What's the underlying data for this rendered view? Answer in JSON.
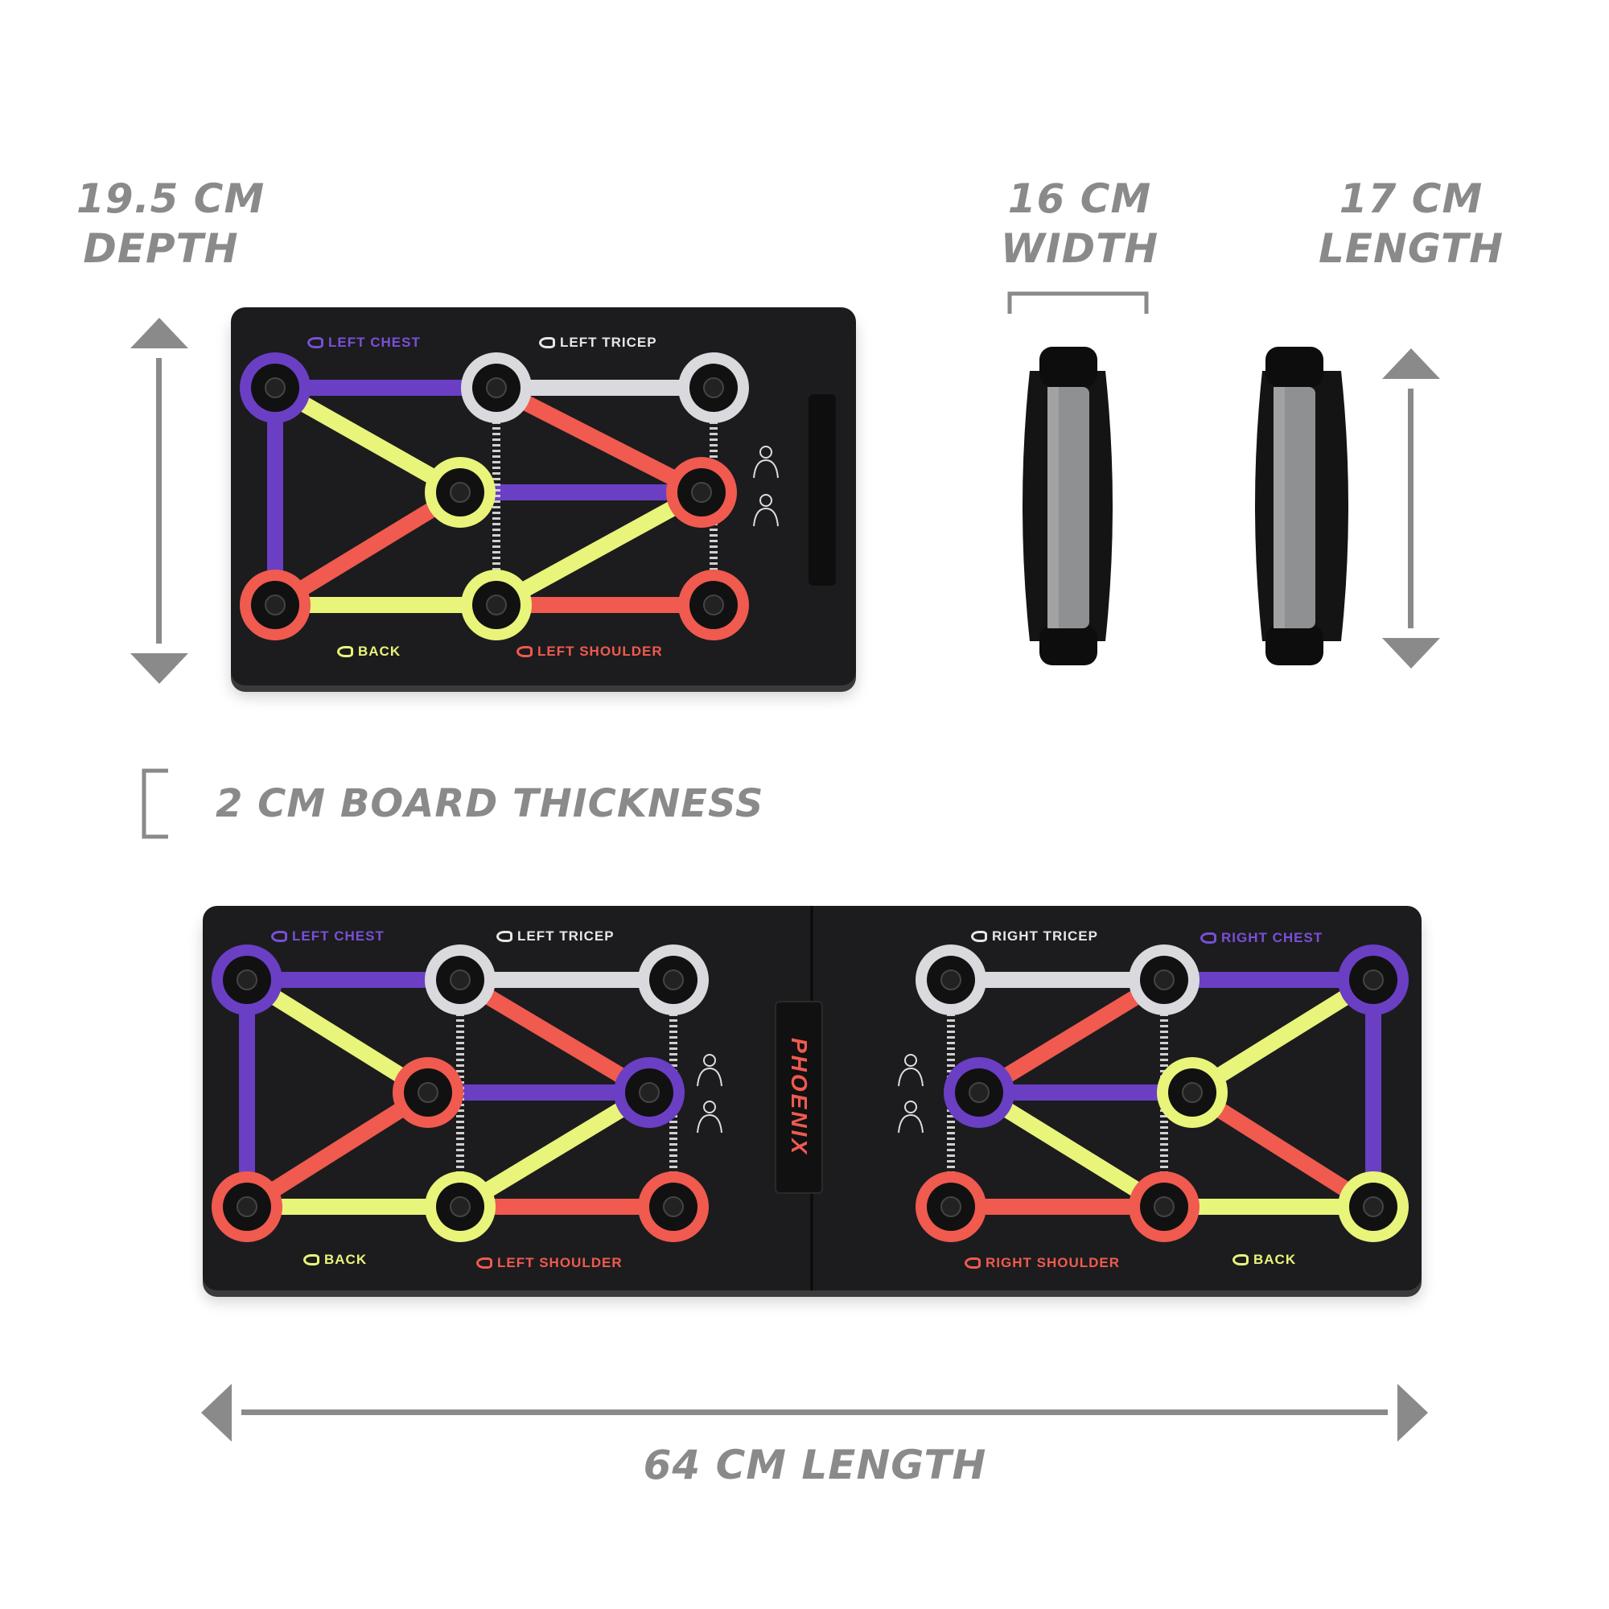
{
  "dimensions": {
    "board_depth": {
      "value": "19.5 CM",
      "label": "DEPTH"
    },
    "handle_width": {
      "value": "16 CM",
      "label": "WIDTH"
    },
    "handle_length": {
      "value": "17 CM",
      "label": "LENGTH"
    },
    "board_thickness": "2 CM BOARD THICKNESS",
    "board_length": "64 CM LENGTH"
  },
  "folded_board": {
    "labels": {
      "left_chest": "LEFT CHEST",
      "left_tricep": "LEFT TRICEP",
      "back": "BACK",
      "left_shoulder": "LEFT SHOULDER"
    },
    "icons": [
      "chest-muscle-icon",
      "back-muscle-icon"
    ]
  },
  "open_board": {
    "brand": "PHOENIX",
    "left_labels": {
      "left_chest": "LEFT CHEST",
      "left_tricep": "LEFT TRICEP",
      "back": "BACK",
      "left_shoulder": "LEFT SHOULDER"
    },
    "right_labels": {
      "right_tricep": "RIGHT TRICEP",
      "right_chest": "RIGHT CHEST",
      "right_shoulder": "RIGHT SHOULDER",
      "back": "BACK"
    }
  },
  "colors": {
    "chest": "#6a3fc4",
    "tricep": "#d9d9de",
    "back": "#e9f47a",
    "shoulder": "#f05a4f",
    "board": "#1c1c1e",
    "dimension_text": "#8a8a8a"
  }
}
